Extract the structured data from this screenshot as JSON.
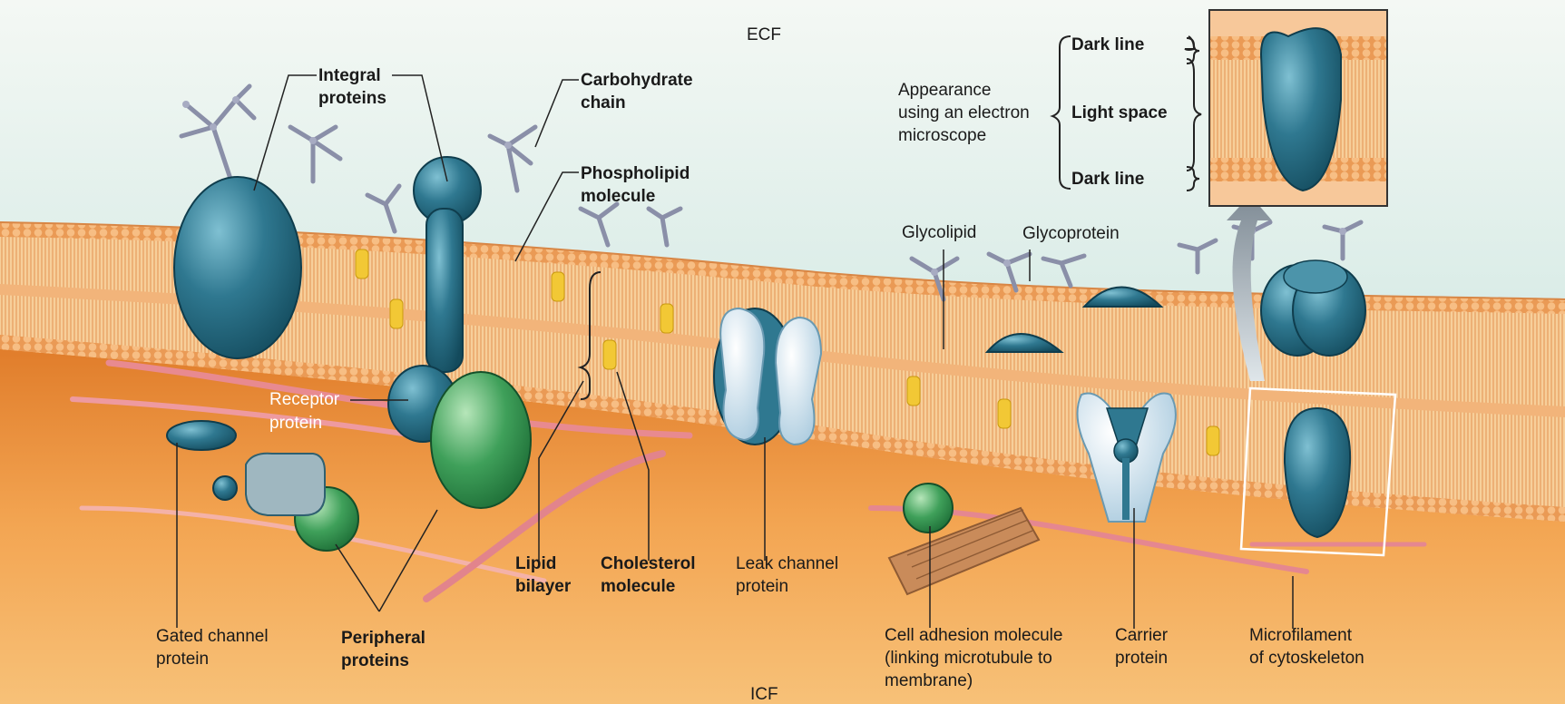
{
  "colors": {
    "ecf_top": "#f4f8f4",
    "ecf_bottom": "#a9d2ca",
    "icf": "#f09a3c",
    "membrane": "#eda062",
    "protein_blue": "#2f7890",
    "protein_green": "#3fa05a",
    "channel_light": "#d8eaf4",
    "carbohydrate": "#8a8fa8",
    "cholesterol": "#f2c835",
    "microfilament": "#e88a90"
  },
  "labels": {
    "ecf": "ECF",
    "icf": "ICF",
    "integral_proteins": [
      "Integral",
      "proteins"
    ],
    "carbohydrate_chain": [
      "Carbohydrate",
      "chain"
    ],
    "phospholipid_molecule": [
      "Phospholipid",
      "molecule"
    ],
    "receptor_protein": [
      "Receptor",
      "protein"
    ],
    "gated_channel_protein": [
      "Gated channel",
      "protein"
    ],
    "peripheral_proteins": [
      "Peripheral",
      "proteins"
    ],
    "lipid_bilayer": [
      "Lipid",
      "bilayer"
    ],
    "cholesterol_molecule": [
      "Cholesterol",
      "molecule"
    ],
    "leak_channel_protein": [
      "Leak channel",
      "protein"
    ],
    "glycolipid": "Glycolipid",
    "glycoprotein": "Glycoprotein",
    "cell_adhesion_molecule": [
      "Cell adhesion molecule",
      "(linking microtubule to",
      "membrane)"
    ],
    "carrier_protein": [
      "Carrier",
      "protein"
    ],
    "microfilament": [
      "Microfilament",
      "of cytoskeleton"
    ],
    "electron_microscope": [
      "Appearance",
      "using an electron",
      "microscope"
    ],
    "dark_line_top": "Dark line",
    "light_space": "Light space",
    "dark_line_bottom": "Dark line"
  }
}
